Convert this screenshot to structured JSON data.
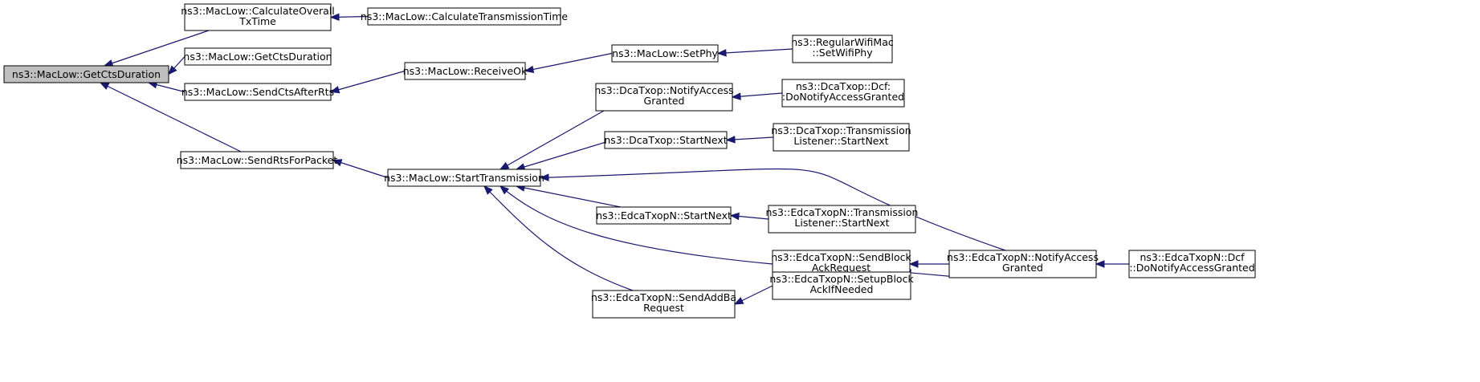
{
  "graph": {
    "nodes": [
      {
        "id": "root",
        "lines": [
          "ns3::MacLow::GetCtsDuration"
        ],
        "highlight": true
      },
      {
        "id": "calcOverall",
        "lines": [
          "ns3::MacLow::CalculateOverall",
          "TxTime"
        ]
      },
      {
        "id": "calcTx",
        "lines": [
          "ns3::MacLow::CalculateTransmissionTime"
        ]
      },
      {
        "id": "getCts2",
        "lines": [
          "ns3::MacLow::GetCtsDuration"
        ]
      },
      {
        "id": "sendCts",
        "lines": [
          "ns3::MacLow::SendCtsAfterRts"
        ]
      },
      {
        "id": "receiveOk",
        "lines": [
          "ns3::MacLow::ReceiveOk"
        ]
      },
      {
        "id": "setPhy",
        "lines": [
          "ns3::MacLow::SetPhy"
        ]
      },
      {
        "id": "regWifi",
        "lines": [
          "ns3::RegularWifiMac",
          "::SetWifiPhy"
        ]
      },
      {
        "id": "sendRts",
        "lines": [
          "ns3::MacLow::SendRtsForPacket"
        ]
      },
      {
        "id": "startTx",
        "lines": [
          "ns3::MacLow::StartTransmission"
        ]
      },
      {
        "id": "dcaNotify",
        "lines": [
          "ns3::DcaTxop::NotifyAccess",
          "Granted"
        ]
      },
      {
        "id": "dcaDcf",
        "lines": [
          "ns3::DcaTxop::Dcf:",
          ":DoNotifyAccessGranted"
        ]
      },
      {
        "id": "dcaStart",
        "lines": [
          "ns3::DcaTxop::StartNext"
        ]
      },
      {
        "id": "dcaListener",
        "lines": [
          "ns3::DcaTxop::Transmission",
          "Listener::StartNext"
        ]
      },
      {
        "id": "edcaStart",
        "lines": [
          "ns3::EdcaTxopN::StartNext"
        ]
      },
      {
        "id": "edcaListener",
        "lines": [
          "ns3::EdcaTxopN::Transmission",
          "Listener::StartNext"
        ]
      },
      {
        "id": "edcaSendBlock",
        "lines": [
          "ns3::EdcaTxopN::SendBlock",
          "AckRequest"
        ]
      },
      {
        "id": "edcaNotify",
        "lines": [
          "ns3::EdcaTxopN::NotifyAccess",
          "Granted"
        ]
      },
      {
        "id": "edcaDcf",
        "lines": [
          "ns3::EdcaTxopN::Dcf",
          "::DoNotifyAccessGranted"
        ]
      },
      {
        "id": "edcaAddBa",
        "lines": [
          "ns3::EdcaTxopN::SendAddBa",
          "Request"
        ]
      },
      {
        "id": "edcaSetup",
        "lines": [
          "ns3::EdcaTxopN::SetupBlock",
          "AckIfNeeded"
        ]
      }
    ],
    "edges": [
      {
        "from": "calcOverall",
        "to": "root"
      },
      {
        "from": "getCts2",
        "to": "root"
      },
      {
        "from": "sendCts",
        "to": "root"
      },
      {
        "from": "sendRts",
        "to": "root"
      },
      {
        "from": "calcTx",
        "to": "calcOverall"
      },
      {
        "from": "receiveOk",
        "to": "sendCts"
      },
      {
        "from": "setPhy",
        "to": "receiveOk"
      },
      {
        "from": "regWifi",
        "to": "setPhy"
      },
      {
        "from": "startTx",
        "to": "sendRts"
      },
      {
        "from": "dcaNotify",
        "to": "startTx"
      },
      {
        "from": "dcaStart",
        "to": "startTx"
      },
      {
        "from": "edcaNotify",
        "to": "startTx"
      },
      {
        "from": "edcaStart",
        "to": "startTx"
      },
      {
        "from": "edcaSendBlock",
        "to": "startTx"
      },
      {
        "from": "edcaAddBa",
        "to": "startTx"
      },
      {
        "from": "dcaDcf",
        "to": "dcaNotify"
      },
      {
        "from": "dcaListener",
        "to": "dcaStart"
      },
      {
        "from": "edcaListener",
        "to": "edcaStart"
      },
      {
        "from": "edcaNotify",
        "to": "edcaSendBlock"
      },
      {
        "from": "edcaSetup",
        "to": "edcaAddBa"
      },
      {
        "from": "edcaNotify",
        "to": "edcaSetup"
      },
      {
        "from": "edcaDcf",
        "to": "edcaNotify"
      }
    ]
  }
}
